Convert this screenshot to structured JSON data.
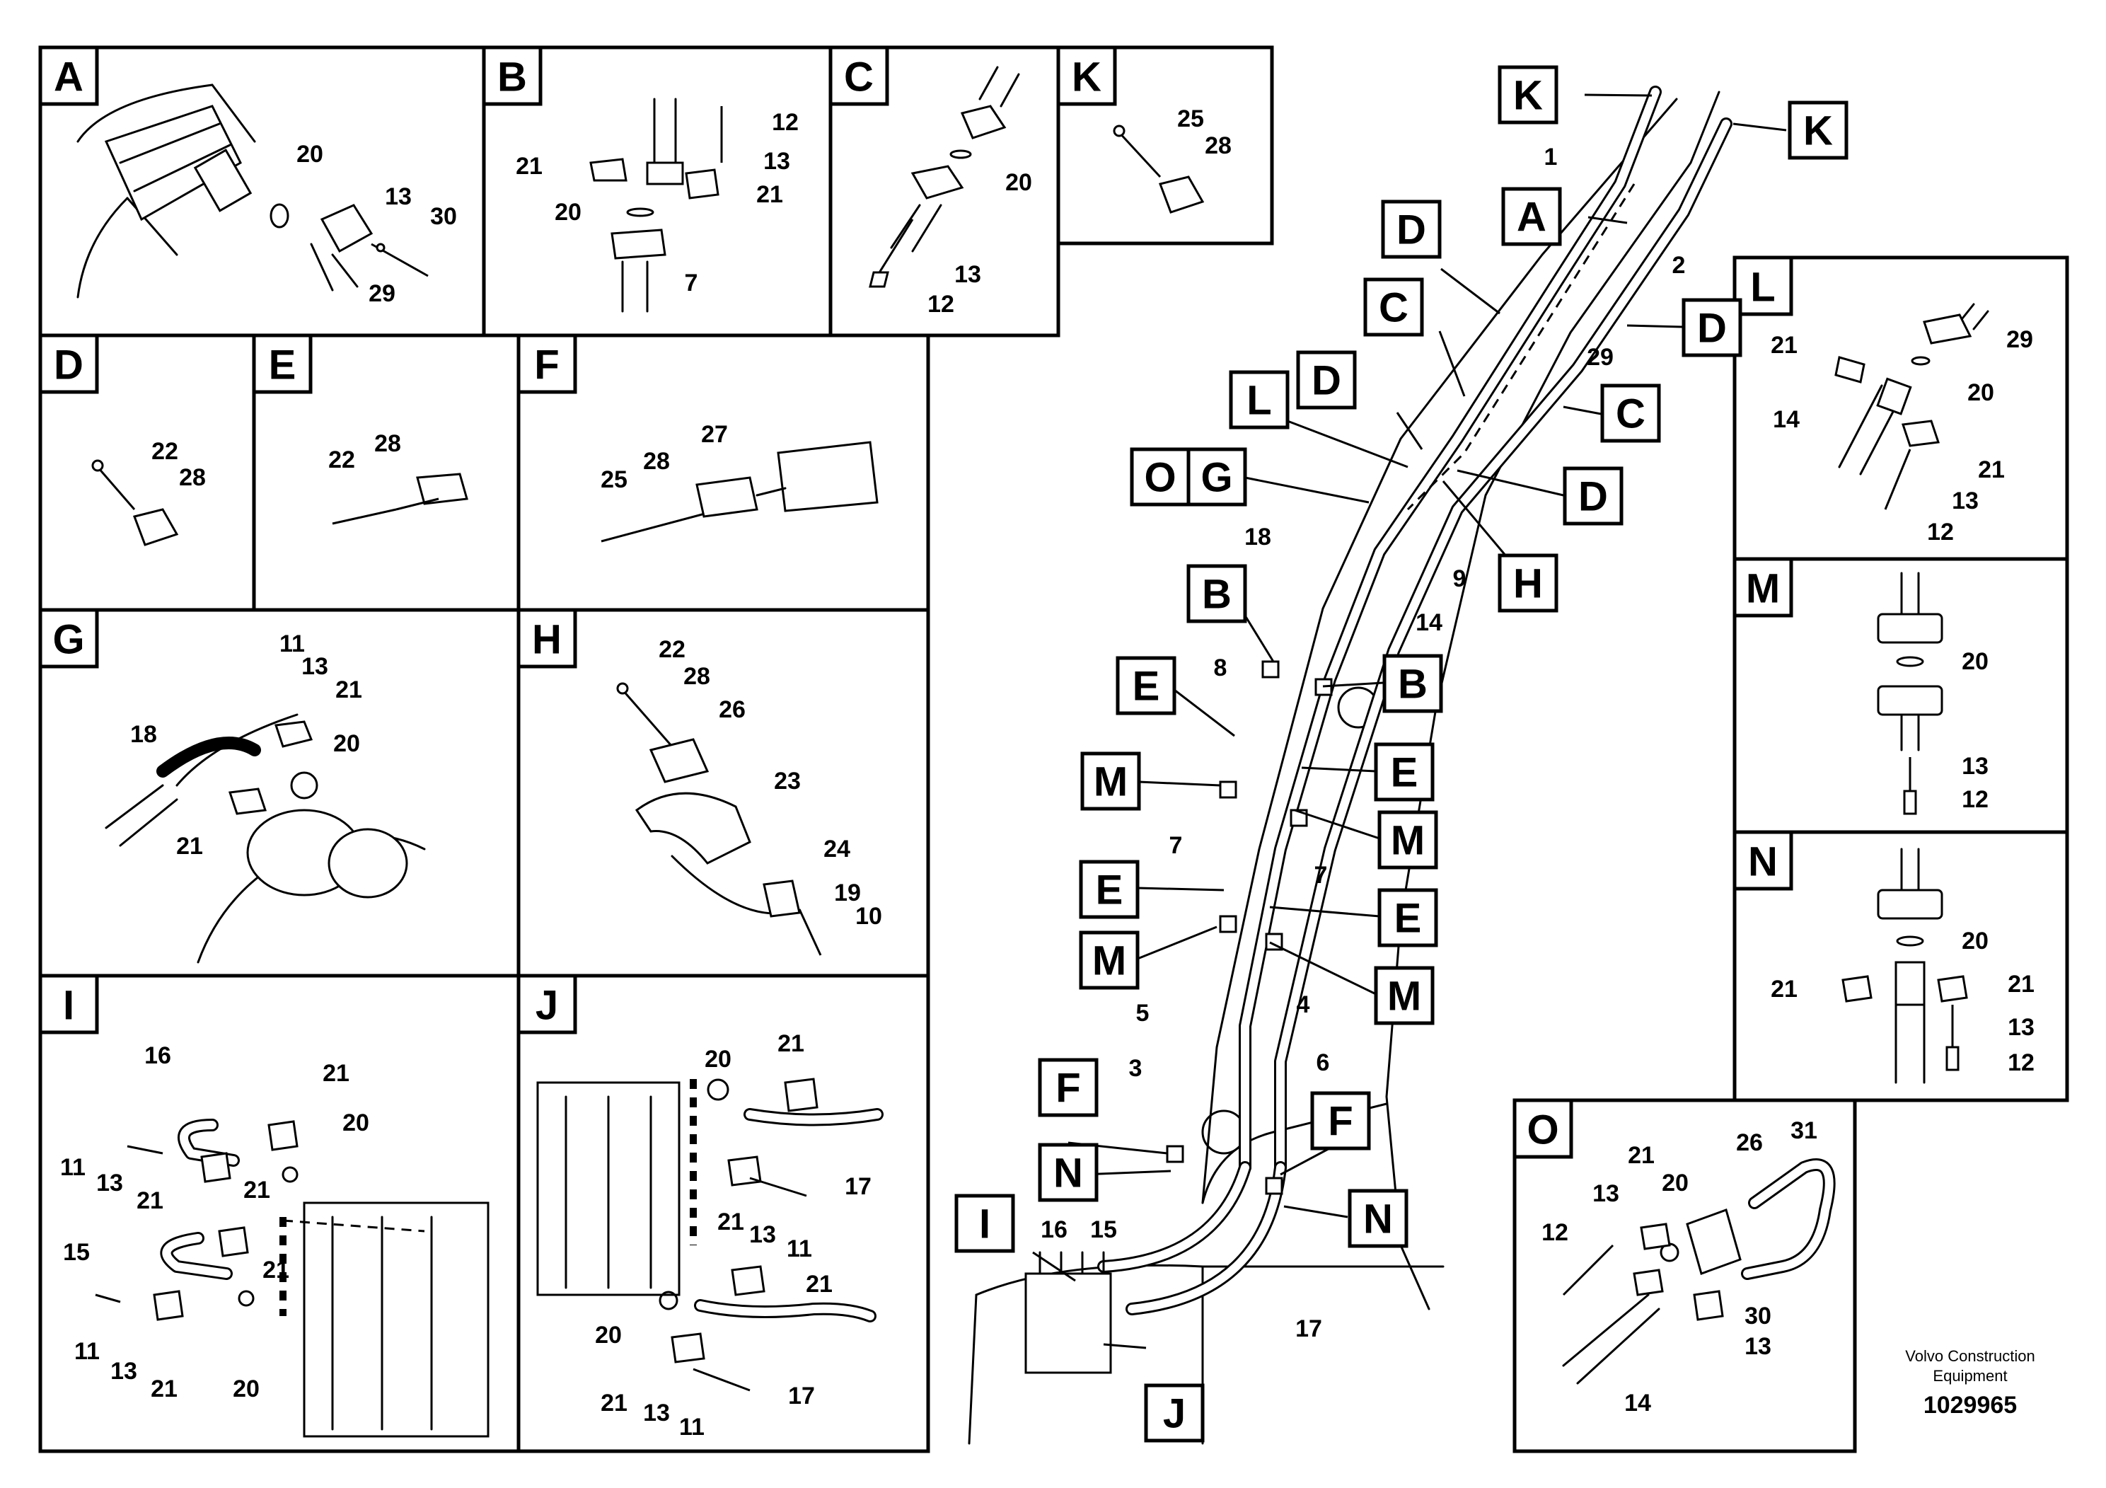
{
  "panels": [
    {
      "letter": "A",
      "parts": [
        "20",
        "13",
        "30",
        "29"
      ]
    },
    {
      "letter": "B",
      "parts": [
        "12",
        "13",
        "21",
        "21",
        "20",
        "7"
      ]
    },
    {
      "letter": "C",
      "parts": [
        "20",
        "13",
        "12"
      ]
    },
    {
      "letter": "K",
      "parts": [
        "25",
        "28"
      ]
    },
    {
      "letter": "D",
      "parts": [
        "22",
        "28"
      ]
    },
    {
      "letter": "E",
      "parts": [
        "22",
        "28"
      ]
    },
    {
      "letter": "F",
      "parts": [
        "27",
        "25",
        "28"
      ]
    },
    {
      "letter": "G",
      "parts": [
        "11",
        "13",
        "21",
        "18",
        "20",
        "21"
      ]
    },
    {
      "letter": "H",
      "parts": [
        "22",
        "28",
        "26",
        "23",
        "24",
        "19",
        "10"
      ]
    },
    {
      "letter": "I",
      "parts": [
        "16",
        "21",
        "20",
        "11",
        "13",
        "21",
        "21",
        "15",
        "21",
        "11",
        "13",
        "21",
        "20"
      ]
    },
    {
      "letter": "J",
      "parts": [
        "20",
        "21",
        "17",
        "21",
        "13",
        "11",
        "21",
        "20",
        "21",
        "13",
        "11",
        "17"
      ]
    },
    {
      "letter": "L",
      "parts": [
        "29",
        "21",
        "20",
        "14",
        "21",
        "13",
        "12"
      ]
    },
    {
      "letter": "M",
      "parts": [
        "20",
        "13",
        "12"
      ]
    },
    {
      "letter": "N",
      "parts": [
        "20",
        "21",
        "21",
        "13",
        "12"
      ]
    },
    {
      "letter": "O",
      "parts": [
        "21",
        "26",
        "31",
        "13",
        "20",
        "12",
        "30",
        "13",
        "14"
      ]
    }
  ],
  "main_callouts": [
    "K",
    "K",
    "A",
    "D",
    "D",
    "C",
    "D",
    "C",
    "L",
    "O",
    "G",
    "D",
    "H",
    "B",
    "B",
    "E",
    "E",
    "M",
    "M",
    "E",
    "E",
    "M",
    "M",
    "F",
    "F",
    "N",
    "N",
    "I",
    "J"
  ],
  "main_parts": [
    "1",
    "2",
    "29",
    "18",
    "9",
    "14",
    "8",
    "7",
    "7",
    "5",
    "4",
    "3",
    "6",
    "16",
    "15",
    "17"
  ],
  "footer": {
    "company_line1": "Volvo Construction",
    "company_line2": "Equipment",
    "drawing_number": "1029965"
  }
}
